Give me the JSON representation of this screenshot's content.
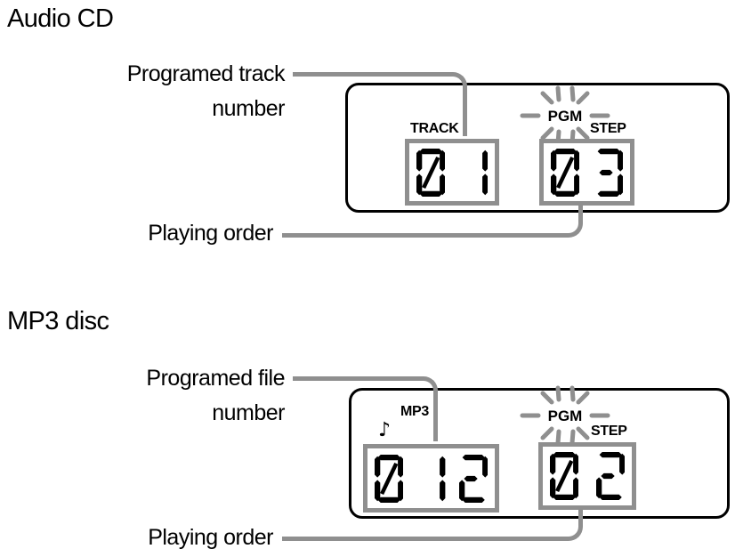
{
  "colors": {
    "line_gray": "#8f8f8f",
    "text_black": "#000000",
    "background": "#ffffff"
  },
  "audio_cd": {
    "heading": "Audio CD",
    "callout_track": {
      "line1": "Programed track",
      "line2": "number"
    },
    "callout_playing_order": "Playing order",
    "display": {
      "track_label": "TRACK",
      "track_value": "01",
      "pgm_label": "PGM",
      "step_label": "STEP",
      "step_value": "03"
    }
  },
  "mp3_disc": {
    "heading": "MP3 disc",
    "callout_file": {
      "line1": "Programed file",
      "line2": "number"
    },
    "callout_playing_order": "Playing order",
    "display": {
      "mp3_label": "MP3",
      "note_icon": "♪",
      "file_value": "012",
      "pgm_label": "PGM",
      "step_label": "STEP",
      "step_value": "02"
    }
  }
}
